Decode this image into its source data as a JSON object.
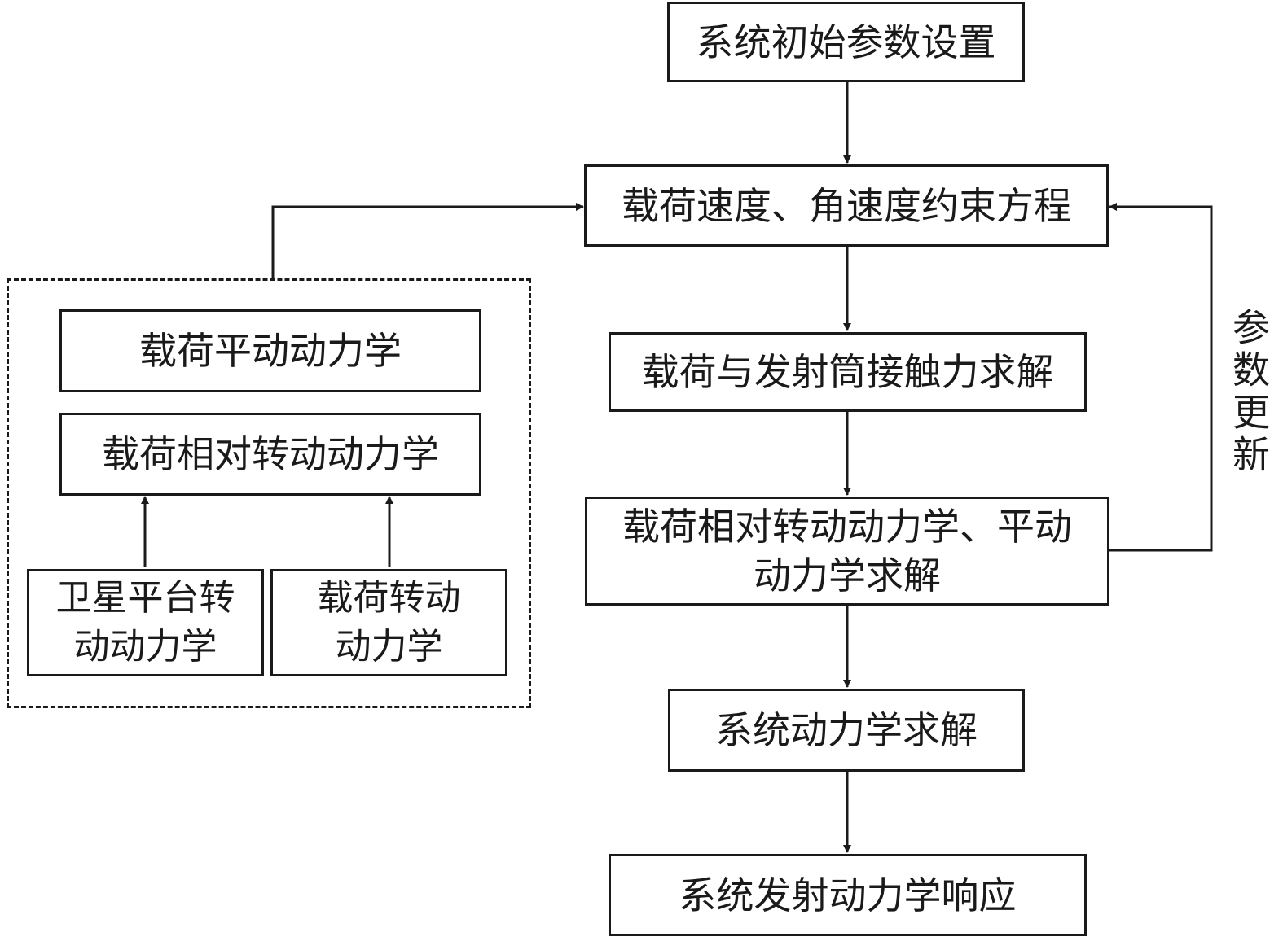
{
  "flow": {
    "init": "系统初始参数设置",
    "constraint": "载荷速度、角速度约束方程",
    "contact": "载荷与发射筒接触力求解",
    "relative_solve_line1": "载荷相对转动动力学、平动",
    "relative_solve_line2": "动力学求解",
    "system_solve": "系统动力学求解",
    "response": "系统发射动力学响应"
  },
  "feedback": {
    "label": "参数更新"
  },
  "group": {
    "translation": "载荷平动动力学",
    "relative_rotation": "载荷相对转动动力学",
    "satellite_line1": "卫星平台转",
    "satellite_line2": "动动力学",
    "payload_rot_line1": "载荷转动",
    "payload_rot_line2": "动力学"
  },
  "colors": {
    "stroke": "#1a1a1a",
    "background": "#ffffff"
  }
}
